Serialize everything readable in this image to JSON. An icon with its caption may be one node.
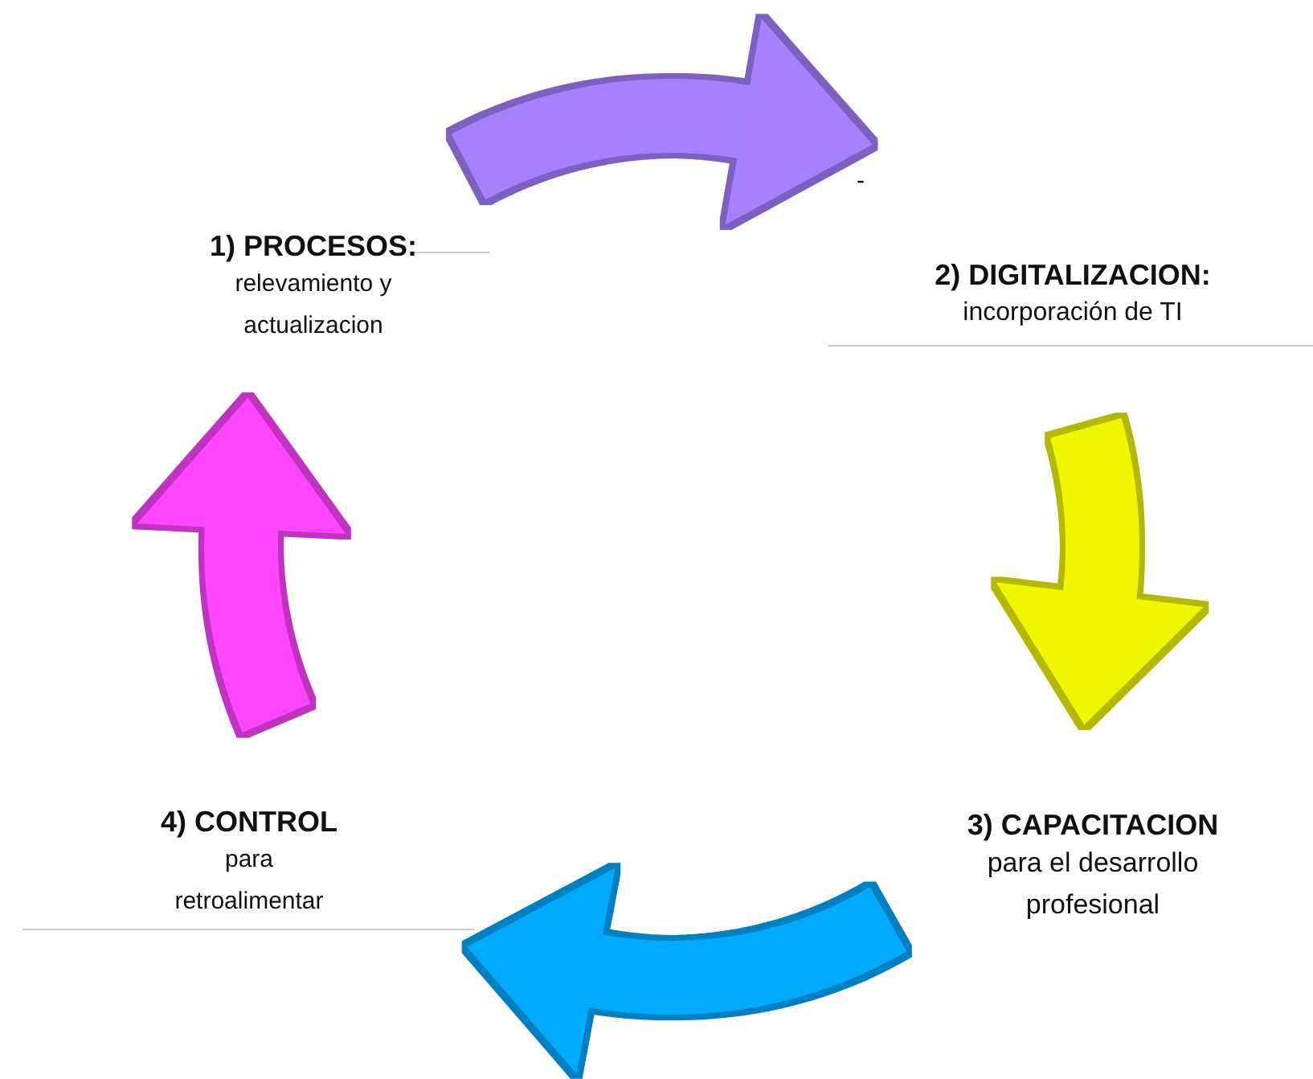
{
  "diagram": {
    "nodes": [
      {
        "text": [
          "**1) PROCESOS**:",
          "relevamiento y actualizacion"
        ]
      },
      {
        "text": [
          "**2) DIGITALIZACION**:",
          "incorporación de TI"
        ]
      },
      {
        "text": [
          "3) CAPACITACION",
          "para el desarrollo profesional"
        ]
      },
      {
        "text": [
          "4) CONTROL",
          "para retroalimentar"
        ]
      }
    ],
    "edges": [
      {
        "from": 0,
        "to": 1,
        "arrow": "to",
        "color": "#a680ff"
      },
      {
        "from": 1,
        "to": 2,
        "arrow": "to",
        "color": "#f0f500"
      },
      {
        "from": 2,
        "to": 3,
        "arrow": "to",
        "color": "#00aaff"
      },
      {
        "from": 3,
        "to": 0,
        "arrow": "to",
        "color": "#ff44ff"
      }
    ],
    "labels": [
      "-"
    ]
  }
}
